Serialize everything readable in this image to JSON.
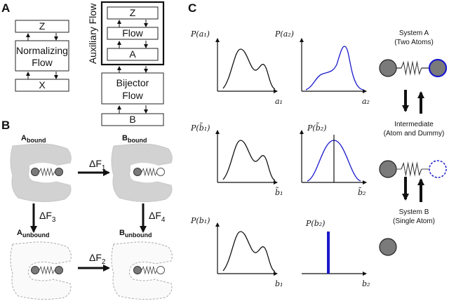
{
  "panels": {
    "a": "A",
    "b": "B",
    "c": "C"
  },
  "panel_a": {
    "left": {
      "top_box": "Z",
      "middle_box_line1": "Normalizing",
      "middle_box_line2": "Flow",
      "bottom_box": "X"
    },
    "right": {
      "auxiliary_label": "Auxiliary Flow",
      "aux_box_z": "Z",
      "aux_box_flow": "Flow",
      "aux_box_a": "A",
      "bijector_line1": "Bijector",
      "bijector_line2": "Flow",
      "bottom_box": "B"
    }
  },
  "panel_b": {
    "a_bound": {
      "main": "A",
      "sub": "bound"
    },
    "b_bound": {
      "main": "B",
      "sub": "bound"
    },
    "a_unbound": {
      "main": "A",
      "sub": "unbound"
    },
    "b_unbound": {
      "main": "B",
      "sub": "unbound"
    },
    "df1": {
      "main": "ΔF",
      "sub": "1"
    },
    "df2": {
      "main": "ΔF",
      "sub": "2"
    },
    "df3": {
      "main": "ΔF",
      "sub": "3"
    },
    "df4": {
      "main": "ΔF",
      "sub": "4"
    }
  },
  "panel_c": {
    "row1": {
      "left_ylabel": "P(a₁)",
      "left_xlabel": "a₁",
      "right_ylabel": "P(a₂)",
      "right_xlabel": "a₂"
    },
    "row2": {
      "left_ylabel": "P(b̃₁)",
      "left_xlabel": "b̃₁",
      "right_ylabel": "P(b̃₂)",
      "right_xlabel": "b̃₂"
    },
    "row3": {
      "left_ylabel": "P(b₁)",
      "left_xlabel": "b₁",
      "right_ylabel": "P(b₂)",
      "right_xlabel": "b₂"
    },
    "system_a_line1": "System A",
    "system_a_line2": "(Two Atoms)",
    "intermediate_line1": "Intermediate",
    "intermediate_line2": "(Atom and Dummy)",
    "system_b_line1": "System B",
    "system_b_line2": "(Single Atom)"
  },
  "colors": {
    "curve_black": "#111111",
    "curve_blue": "#1a1acc",
    "atom_gray": "#7a7a7a",
    "protein_gray": "#d2d2d2",
    "dashed_gray": "#aaaaaa"
  }
}
